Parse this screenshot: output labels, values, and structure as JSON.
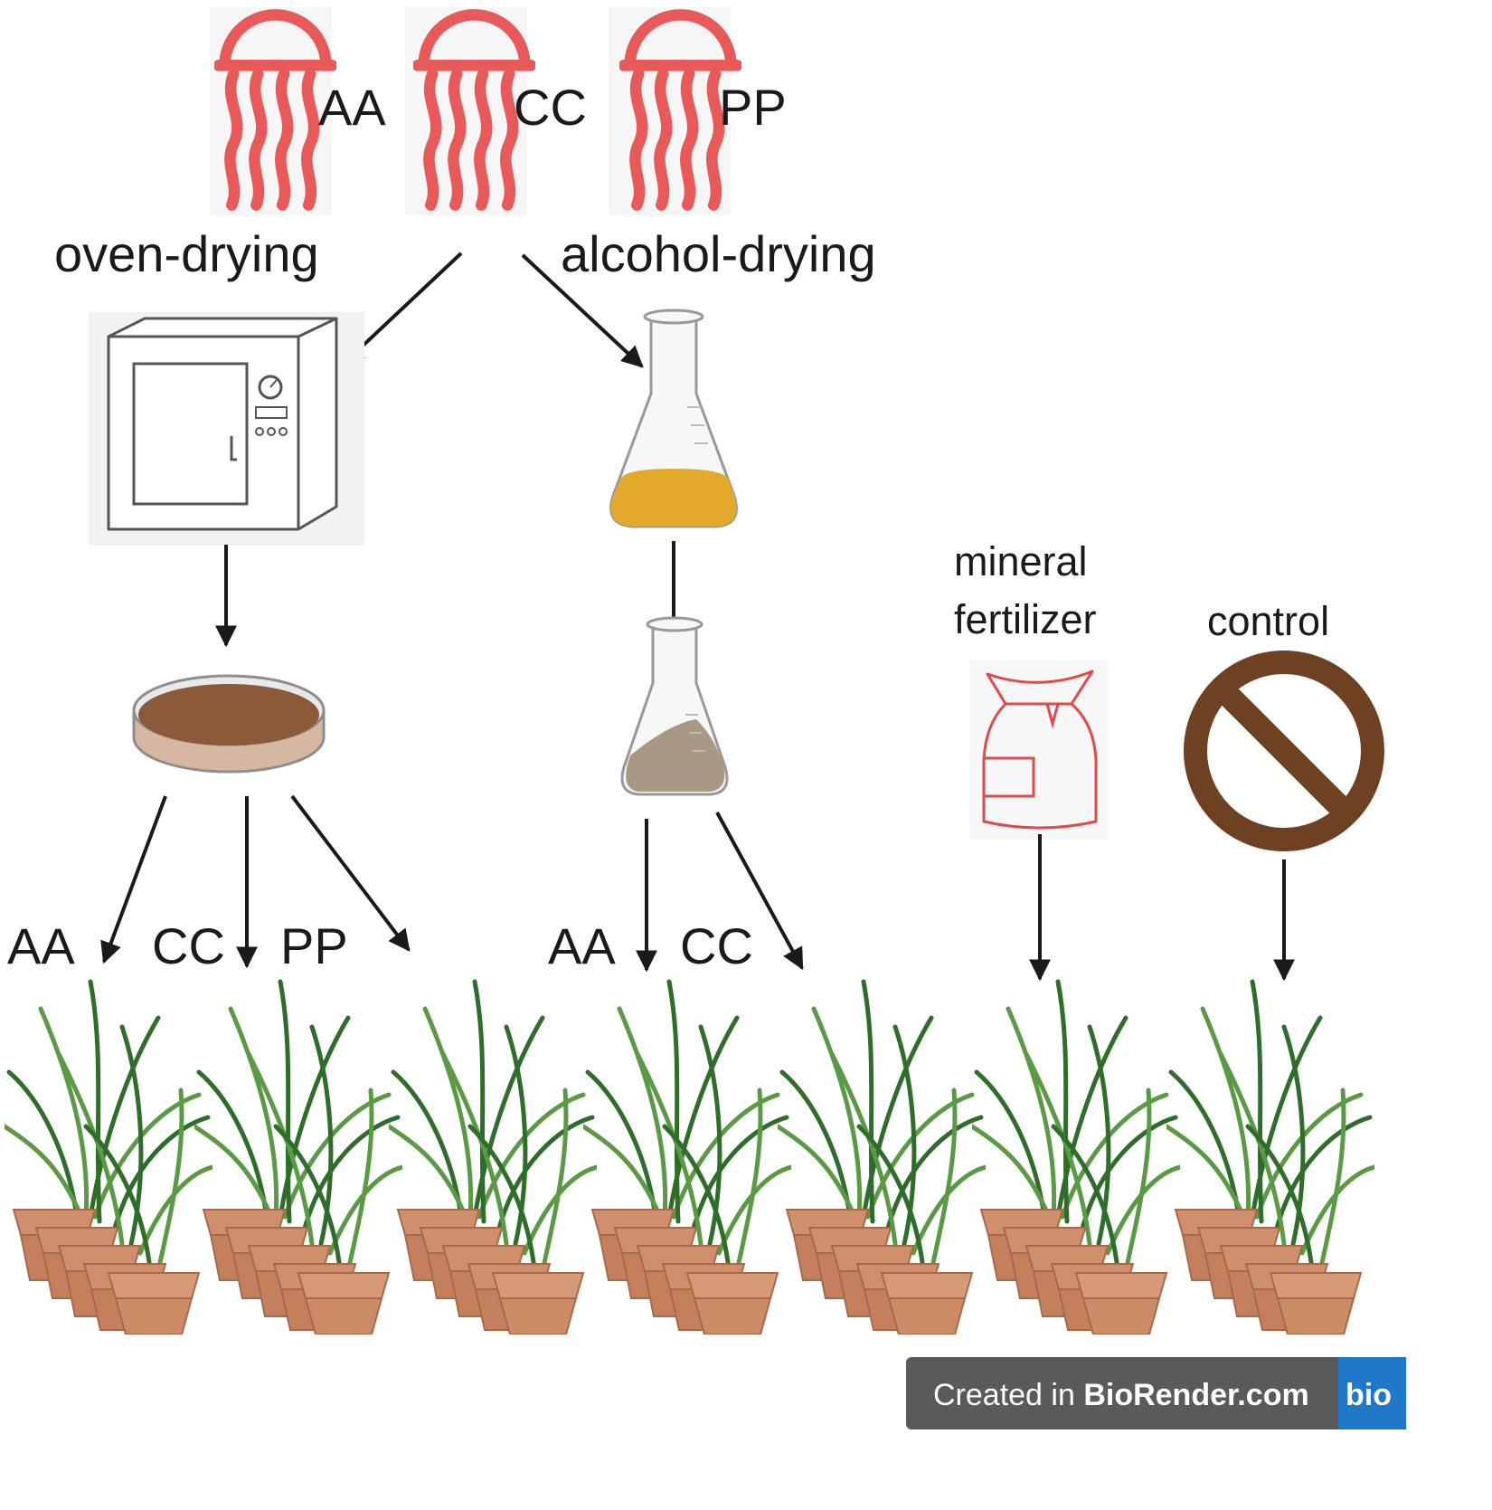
{
  "jellyfish": [
    {
      "label": "AA"
    },
    {
      "label": "CC"
    },
    {
      "label": "PP"
    }
  ],
  "methods": {
    "oven": "oven-drying",
    "alcohol": "alcohol-drying"
  },
  "oven_outputs": [
    "AA",
    "CC",
    "PP"
  ],
  "alcohol_outputs": [
    "AA",
    "CC"
  ],
  "mineral": {
    "line1": "mineral",
    "line2": "fertilizer"
  },
  "control": "control",
  "badge": {
    "prefix": "Created in ",
    "brand": "BioRender.com",
    "logo": "bio"
  },
  "colors": {
    "jellyfish": "#e85a5a",
    "arrow": "#1a1a1a",
    "soil": "#8a5a3a",
    "liquid": "#e3a92b",
    "pot": "#cf8f6c",
    "grass_dark": "#2f6e2a",
    "grass_light": "#5b9a45",
    "fertilizer": "#e04a4a",
    "no_sign": "#6e4123",
    "badge_bg": "#5a5a5a",
    "badge_logo": "#1f78c8"
  }
}
